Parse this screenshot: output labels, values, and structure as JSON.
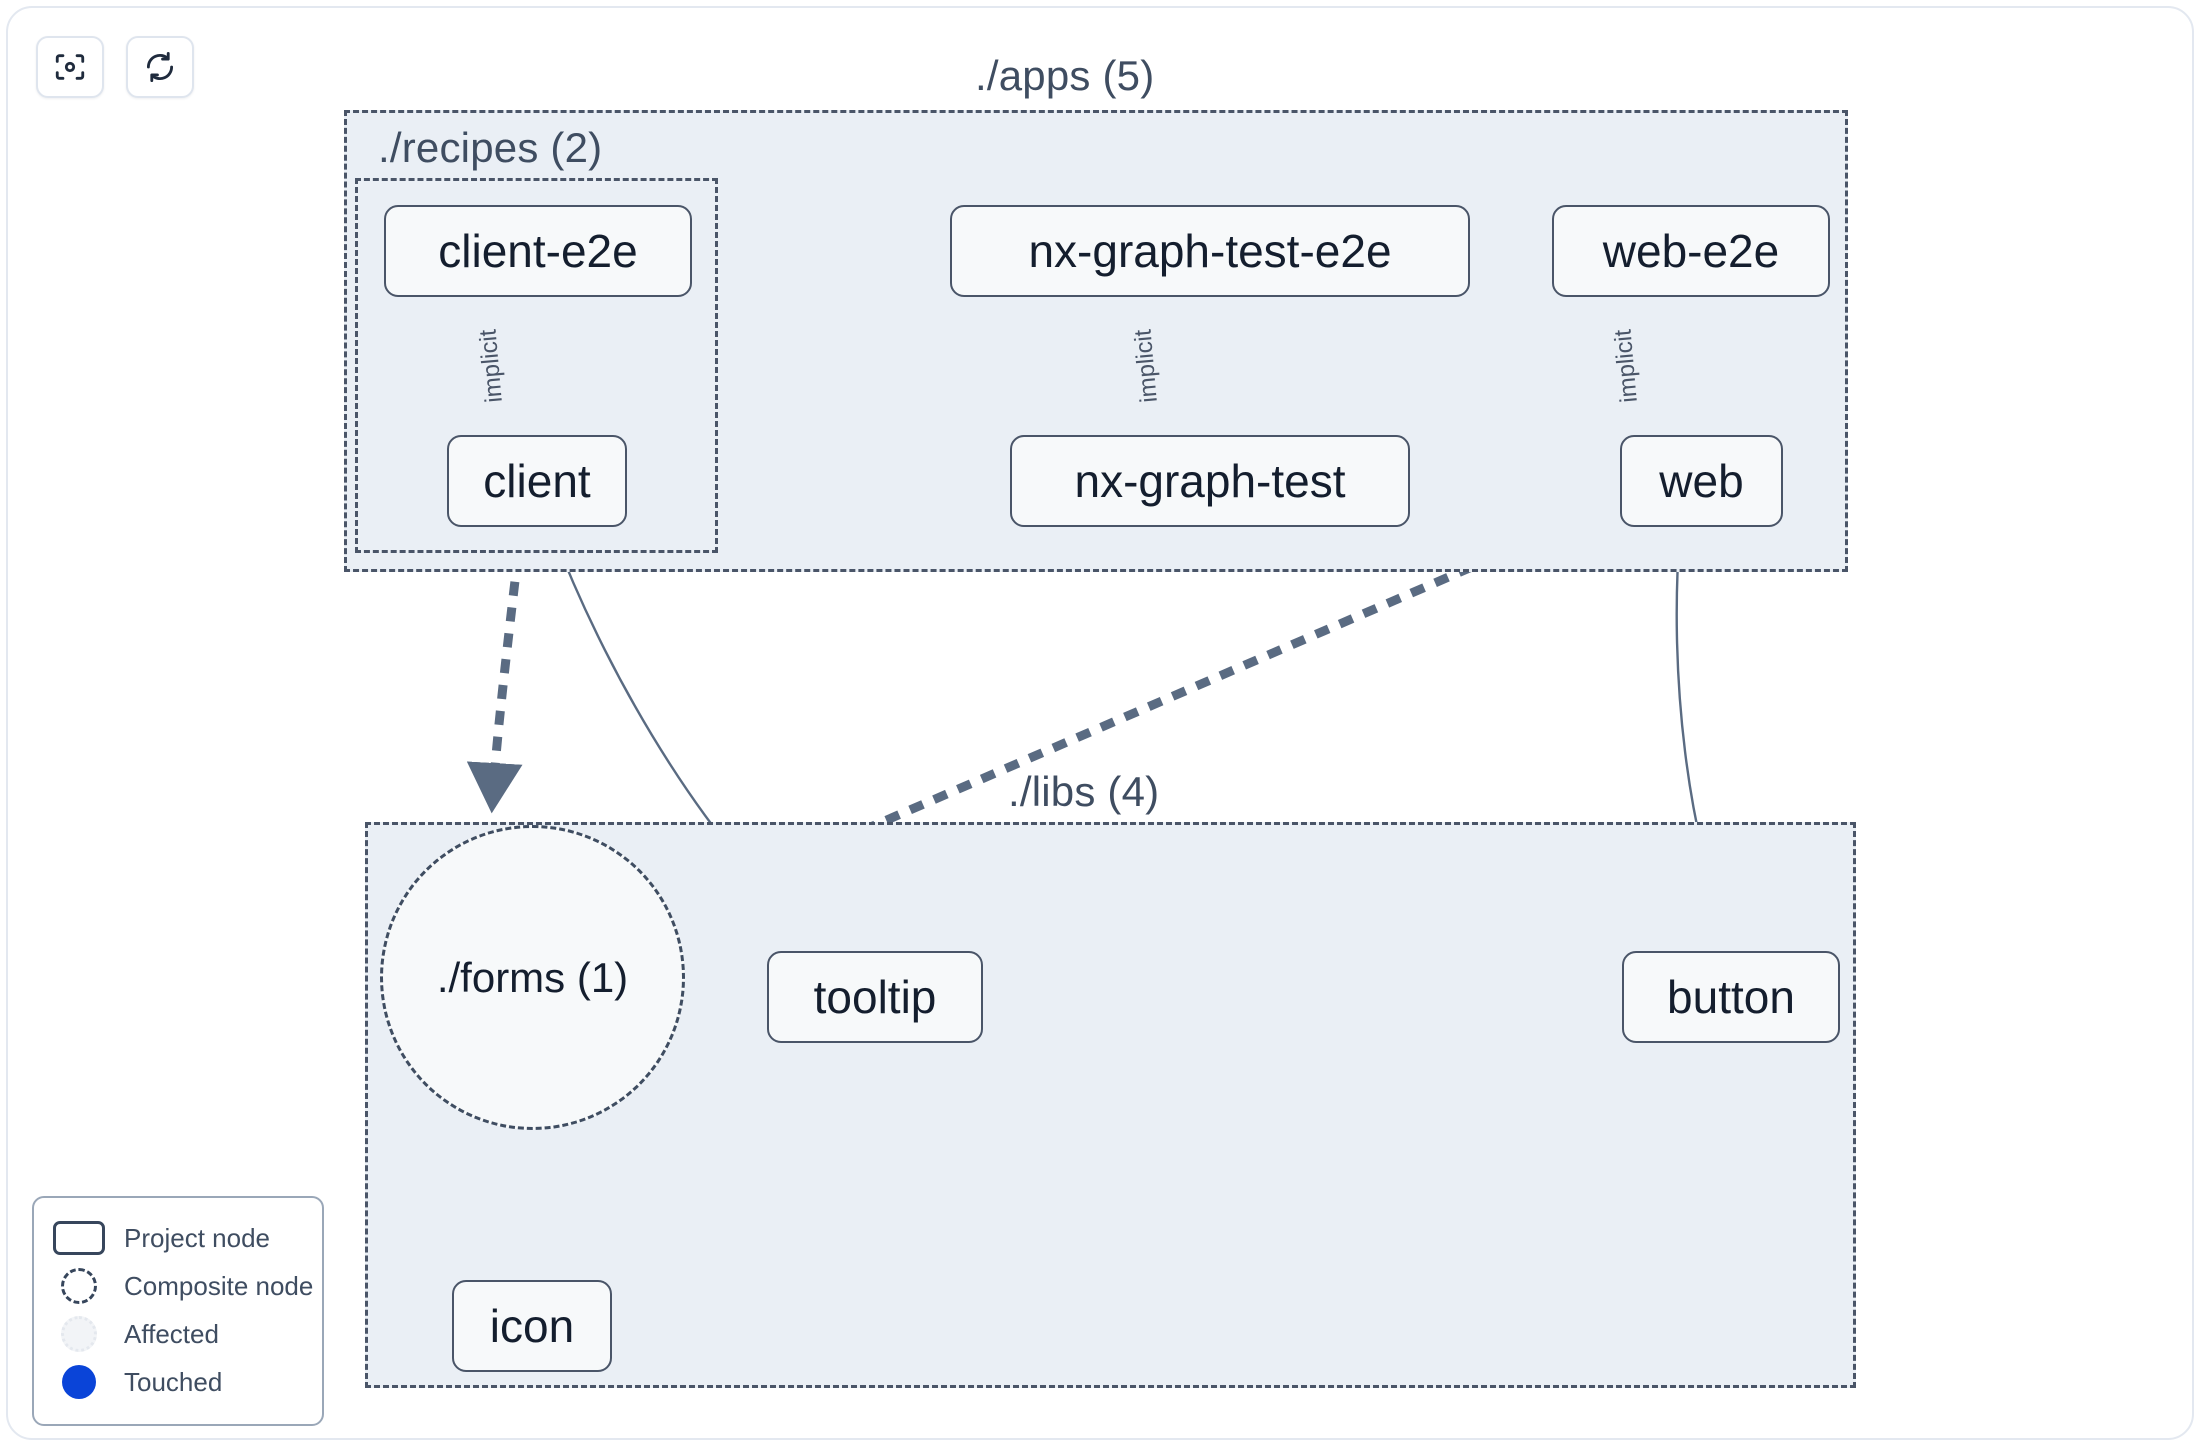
{
  "toolbar": {
    "buttons": [
      {
        "name": "focus-graph-button",
        "icon": "viewfinder-focus-icon",
        "label": ""
      },
      {
        "name": "reload-graph-button",
        "icon": "refresh-icon",
        "label": ""
      }
    ]
  },
  "graph": {
    "groups": [
      {
        "id": "apps",
        "label": "./apps (5)",
        "count": 5
      },
      {
        "id": "recipes",
        "label": "./recipes (2)",
        "count": 2
      },
      {
        "id": "libs",
        "label": "./libs (4)",
        "count": 4
      }
    ],
    "nodes": [
      {
        "id": "client-e2e",
        "label": "client-e2e",
        "type": "project",
        "group": "recipes"
      },
      {
        "id": "client",
        "label": "client",
        "type": "project",
        "group": "recipes"
      },
      {
        "id": "nx-graph-test-e2e",
        "label": "nx-graph-test-e2e",
        "type": "project",
        "group": "apps"
      },
      {
        "id": "nx-graph-test",
        "label": "nx-graph-test",
        "type": "project",
        "group": "apps"
      },
      {
        "id": "web-e2e",
        "label": "web-e2e",
        "type": "project",
        "group": "apps"
      },
      {
        "id": "web",
        "label": "web",
        "type": "project",
        "group": "apps"
      },
      {
        "id": "forms",
        "label": "./forms (1)",
        "type": "composite",
        "group": "libs"
      },
      {
        "id": "tooltip",
        "label": "tooltip",
        "type": "project",
        "group": "libs"
      },
      {
        "id": "button",
        "label": "button",
        "type": "project",
        "group": "libs"
      },
      {
        "id": "icon",
        "label": "icon",
        "type": "project",
        "group": "libs"
      }
    ],
    "edges": [
      {
        "from": "client-e2e",
        "to": "client",
        "label": "implicit",
        "style": "solid"
      },
      {
        "from": "nx-graph-test-e2e",
        "to": "nx-graph-test",
        "label": "implicit",
        "style": "solid"
      },
      {
        "from": "web-e2e",
        "to": "web",
        "label": "implicit",
        "style": "solid"
      },
      {
        "from": "client",
        "to": "forms",
        "label": "",
        "style": "dashed"
      },
      {
        "from": "client",
        "to": "tooltip",
        "label": "",
        "style": "solid"
      },
      {
        "from": "web",
        "to": "forms",
        "label": "",
        "style": "dashed"
      },
      {
        "from": "web",
        "to": "button",
        "label": "",
        "style": "solid"
      },
      {
        "from": "forms",
        "to": "icon",
        "label": "",
        "style": "dashed"
      }
    ]
  },
  "legend": {
    "items": [
      {
        "key": "project",
        "label": "Project node"
      },
      {
        "key": "composite",
        "label": "Composite node"
      },
      {
        "key": "affected",
        "label": "Affected"
      },
      {
        "key": "touched",
        "label": "Touched"
      }
    ]
  },
  "colors": {
    "node_border": "#4a5568",
    "node_fill": "#f7f9fa",
    "group_fill": "#eaeff5",
    "group_border": "#4a5568",
    "edge": "#5a6b82",
    "touched": "#0a44d8",
    "text": "#141e2e",
    "label_text": "#3f4d61"
  }
}
